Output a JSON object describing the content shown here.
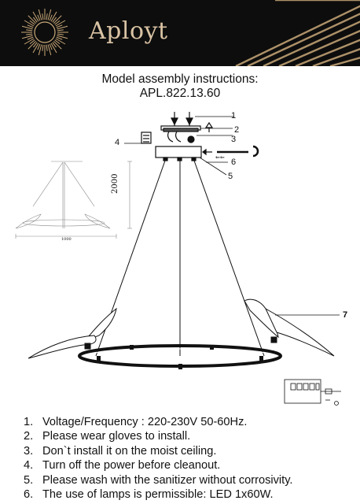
{
  "header": {
    "brand": "Aployt"
  },
  "title": {
    "line1": "Model assembly instructions:",
    "line2": "APL.822.13.60"
  },
  "drawing": {
    "dimension_height": "2000",
    "dimension_width": "1000",
    "callouts": [
      "1",
      "2",
      "3",
      "4",
      "5",
      "6",
      "7"
    ]
  },
  "notes": [
    {
      "num": "1.",
      "text": "Voltage/Frequency : 220-230V 50-60Hz."
    },
    {
      "num": "2.",
      "text": "Please wear gloves to install."
    },
    {
      "num": "3.",
      "text": "Don`t install it on the moist ceiling."
    },
    {
      "num": "4.",
      "text": "Turn off the power before cleanout."
    },
    {
      "num": "5.",
      "text": "Please wash with the sanitizer without corrosivity."
    },
    {
      "num": "6.",
      "text": "The use of lamps is permissible: LED 1x60W."
    }
  ],
  "colors": {
    "header_bg": "#0d0d0d",
    "brand": "#d9c3a4",
    "accent_gold": "#c9a979"
  },
  "icons": [
    "sunburst-logo-icon",
    "light-rays-decoration"
  ]
}
